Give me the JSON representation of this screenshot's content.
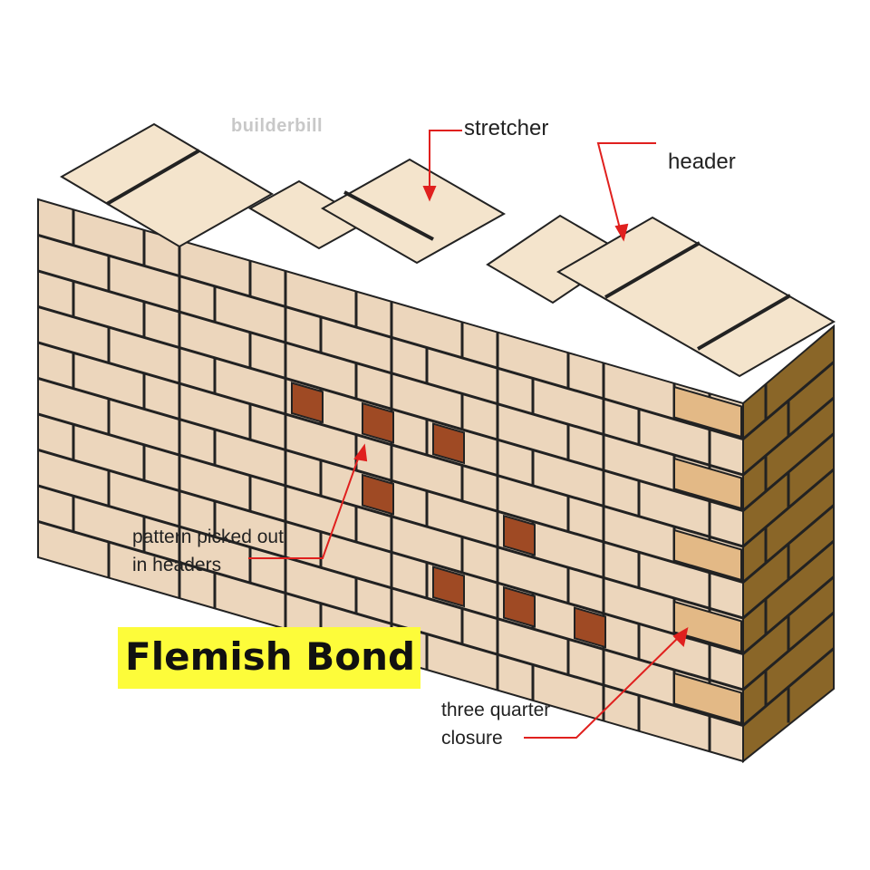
{
  "diagram": {
    "title": "Flemish Bond",
    "watermark": "builderbill",
    "labels": {
      "stretcher": "stretcher",
      "header": "header",
      "pattern": [
        "pattern picked out",
        "in headers"
      ],
      "closure": [
        "three quarter",
        "closure"
      ]
    },
    "colors": {
      "brick_face": "#ecd6bc",
      "brick_top": "#f4e4cc",
      "brick_dark_header": "#9f4a24",
      "closure_face": "#e3b986",
      "wall_end": "#8a6628",
      "mortar": "#222222",
      "leader_line": "#e0201e",
      "title_background": "#fdfc3a"
    }
  }
}
